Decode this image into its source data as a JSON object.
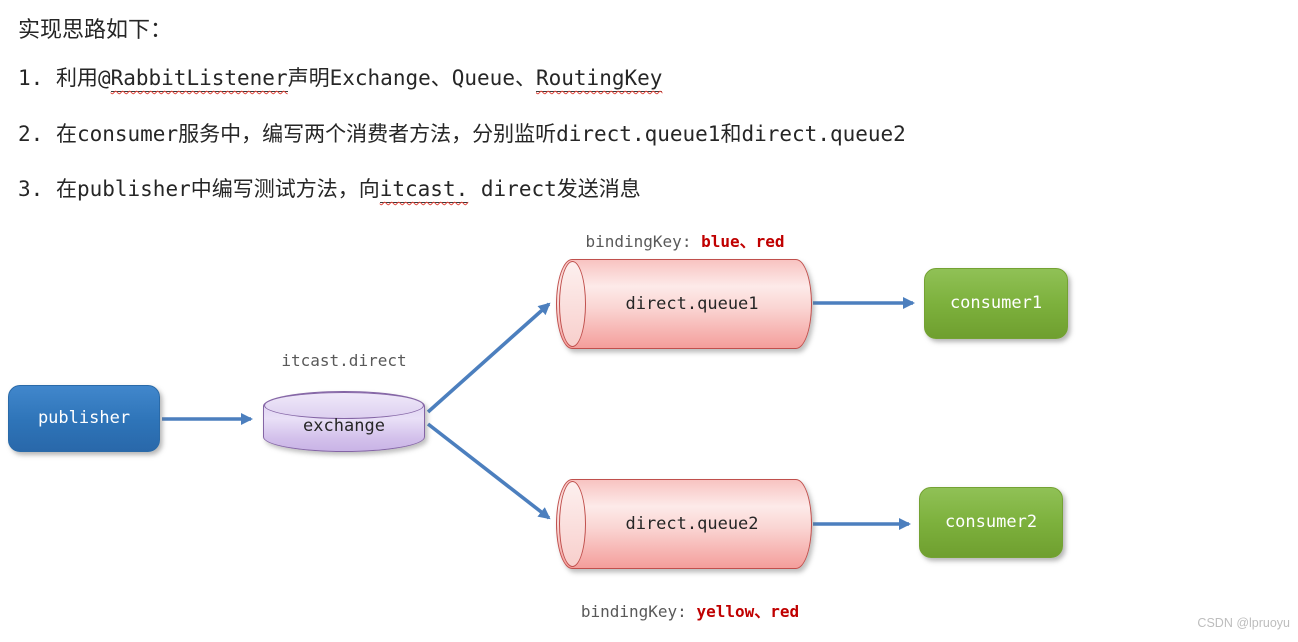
{
  "notes": {
    "title": "实现思路如下：",
    "items": [
      {
        "segments": [
          {
            "t": "1. ",
            "mono": true
          },
          {
            "t": "利用"
          },
          {
            "t": "@",
            "mono": true
          },
          {
            "t": "RabbitListener",
            "mono": true,
            "u": true,
            "sq": true
          },
          {
            "t": "声明"
          },
          {
            "t": "Exchange、Queue、",
            "mono": true
          },
          {
            "t": "RoutingKey",
            "mono": true,
            "u": true,
            "sq": true
          }
        ]
      },
      {
        "segments": [
          {
            "t": "2. ",
            "mono": true
          },
          {
            "t": "在"
          },
          {
            "t": "consumer",
            "mono": true
          },
          {
            "t": "服务中，编写两个消费者方法，分别监听"
          },
          {
            "t": "direct.queue1",
            "mono": true
          },
          {
            "t": "和"
          },
          {
            "t": "direct.queue2",
            "mono": true
          }
        ]
      },
      {
        "segments": [
          {
            "t": "3. ",
            "mono": true
          },
          {
            "t": "在"
          },
          {
            "t": "publisher",
            "mono": true
          },
          {
            "t": "中编写测试方法，向"
          },
          {
            "t": "itcast.",
            "mono": true,
            "u": true,
            "sq": true
          },
          {
            "t": " direct",
            "mono": true
          },
          {
            "t": "发送消息"
          }
        ]
      }
    ]
  },
  "diagram": {
    "publisher_label": "publisher",
    "exchange_name": "itcast.direct",
    "exchange_label": "exchange",
    "queue1_label": "direct.queue1",
    "queue2_label": "direct.queue2",
    "consumer1_label": "consumer1",
    "consumer2_label": "consumer2",
    "binding_top": {
      "segments": [
        {
          "t": "bindingKey: ",
          "mono": true,
          "color": "#595959"
        },
        {
          "t": "blue、red",
          "mono": true,
          "b": true,
          "color": "#c00000"
        }
      ]
    },
    "binding_bottom": {
      "segments": [
        {
          "t": "bindingKey: ",
          "mono": true,
          "color": "#595959"
        },
        {
          "t": "yellow、red",
          "mono": true,
          "b": true,
          "color": "#c00000"
        }
      ]
    },
    "colors": {
      "arrow": "#4c7fbe",
      "publisher_fill": "#2e74b8",
      "exchange_fill": "#d8c9ef",
      "exchange_border": "#8465a5",
      "queue_fill": "#fad4d2",
      "queue_border": "#c0504d",
      "consumer_fill": "#7db13d",
      "binding_key_red": "#c00000",
      "label_gray": "#595959"
    }
  },
  "watermark": "CSDN @lpruoyu"
}
